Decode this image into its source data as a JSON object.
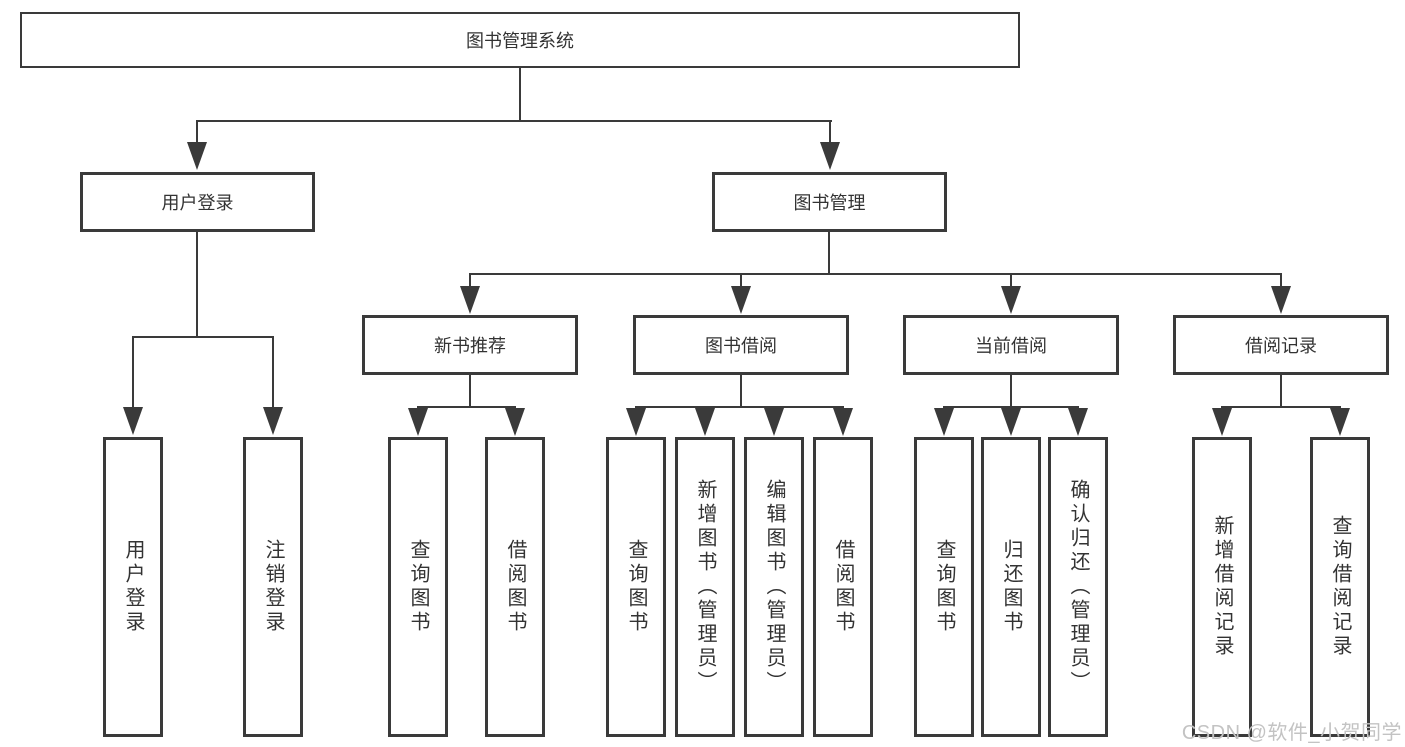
{
  "colors": {
    "line": "#3a3a3a",
    "box_bg": "#ffffff",
    "text": "#333333",
    "watermark": "#c3c3c3",
    "background": "#ffffff"
  },
  "watermark": "CSDN @软件_小贺同学",
  "tree": {
    "root": {
      "label": "图书管理系统"
    },
    "branches": [
      {
        "label": "用户登录",
        "children": [
          {
            "label": "用户登录"
          },
          {
            "label": "注销登录"
          }
        ]
      },
      {
        "label": "图书管理",
        "children": [
          {
            "label": "新书推荐",
            "children": [
              {
                "label": "查询图书"
              },
              {
                "label": "借阅图书"
              }
            ]
          },
          {
            "label": "图书借阅",
            "children": [
              {
                "label": "查询图书"
              },
              {
                "label": "新增图书（管理员）"
              },
              {
                "label": "编辑图书（管理员）"
              },
              {
                "label": "借阅图书"
              }
            ]
          },
          {
            "label": "当前借阅",
            "children": [
              {
                "label": "查询图书"
              },
              {
                "label": "归还图书"
              },
              {
                "label": "确认归还（管理员）"
              }
            ]
          },
          {
            "label": "借阅记录",
            "children": [
              {
                "label": "新增借阅记录"
              },
              {
                "label": "查询借阅记录"
              }
            ]
          }
        ]
      }
    ]
  }
}
